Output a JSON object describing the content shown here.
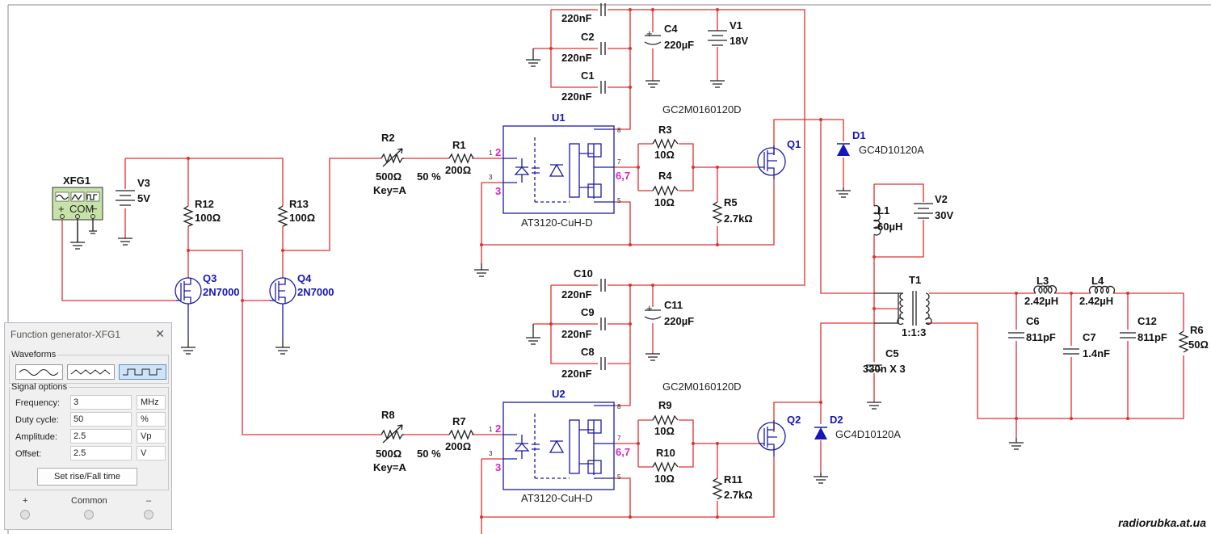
{
  "components": {
    "xfg1": "XFG1",
    "xfg1_com": "COM",
    "v3": "V3",
    "v3_val": "5V",
    "r12": "R12",
    "r12_val": "100Ω",
    "r13": "R13",
    "r13_val": "100Ω",
    "q3": "Q3",
    "q3_val": "2N7000",
    "q4": "Q4",
    "q4_val": "2N7000",
    "r2": "R2",
    "r2_val": "500Ω",
    "r2_key": "Key=A",
    "r2_pct": "50 %",
    "r1": "R1",
    "r1_val": "200Ω",
    "r8": "R8",
    "r8_val": "500Ω",
    "r8_key": "Key=A",
    "r8_pct": "50 %",
    "r7": "R7",
    "r7_val": "200Ω",
    "u1": "U1",
    "u1_part": "AT3120-CuH-D",
    "u2": "U2",
    "u2_part": "AT3120-CuH-D",
    "pin1": "1",
    "pin2": "2",
    "pin3": "3",
    "pin5": "5",
    "pin7": "7",
    "pin8": "8",
    "pin67": "6,7",
    "c_top": "220nF",
    "c2": "C2",
    "c2_val": "220nF",
    "c1": "C1",
    "c1_val": "220nF",
    "c4": "C4",
    "c4_val": "220µF",
    "v1": "V1",
    "v1_val": "18V",
    "c10": "C10",
    "c10_val": "220nF",
    "c9": "C9",
    "c9_val": "220nF",
    "c8": "C8",
    "c8_val": "220nF",
    "c11": "C11",
    "c11_val": "220µF",
    "q1_part": "GC2M0160120D",
    "q1": "Q1",
    "q2_part": "GC2M0160120D",
    "q2": "Q2",
    "r3": "R3",
    "r3_val": "10Ω",
    "r4": "R4",
    "r4_val": "10Ω",
    "r5": "R5",
    "r5_val": "2.7kΩ",
    "r9": "R9",
    "r9_val": "10Ω",
    "r10": "R10",
    "r10_val": "10Ω",
    "r11": "R11",
    "r11_val": "2.7kΩ",
    "d1": "D1",
    "d1_val": "GC4D10120A",
    "d2": "D2",
    "d2_val": "GC4D10120A",
    "l1": "L1",
    "l1_val": "60µH",
    "v2": "V2",
    "v2_val": "30V",
    "t1": "T1",
    "t1_val": "1:1:3",
    "c5": "C5",
    "c5_val": "330n X 3",
    "l3": "L3",
    "l3_val": "2.42µH",
    "l4": "L4",
    "l4_val": "2.42µH",
    "c6": "C6",
    "c6_val": "811pF",
    "c7": "C7",
    "c7_val": "1.4nF",
    "c12": "C12",
    "c12_val": "811pF",
    "r6": "R6",
    "r6_val": "50Ω"
  },
  "function_generator": {
    "title": "Function generator-XFG1",
    "close": "✕",
    "waveforms_label": "Waveforms",
    "selected_waveform": "square",
    "signal_options_label": "Signal options",
    "frequency_label": "Frequency:",
    "frequency_value": "3",
    "frequency_unit": "MHz",
    "duty_label": "Duty cycle:",
    "duty_value": "50",
    "duty_unit": "%",
    "amplitude_label": "Amplitude:",
    "amplitude_value": "2.5",
    "amplitude_unit": "Vp",
    "offset_label": "Offset:",
    "offset_value": "2.5",
    "offset_unit": "V",
    "rise_fall_button": "Set rise/Fall time",
    "plus_label": "+",
    "common_label": "Common",
    "minus_label": "–"
  },
  "watermark": "radiorubka.at.ua"
}
